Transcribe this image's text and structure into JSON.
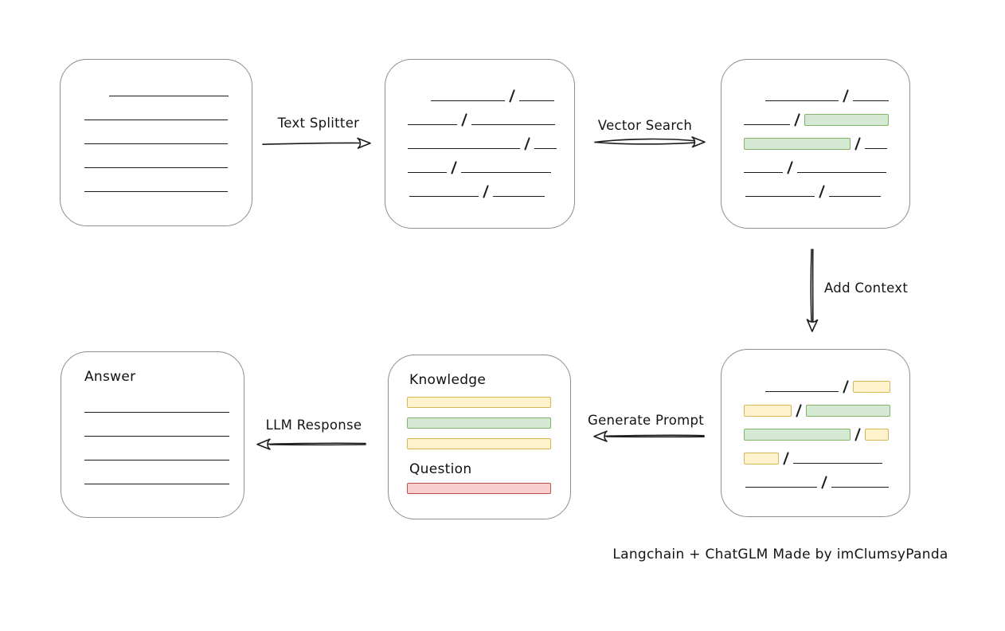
{
  "colors": {
    "line_color": "#1c1c1c",
    "node_border": "#8d8d8d",
    "green_fill": "#d5e8d4",
    "green_stroke": "#82b366",
    "yellow_fill": "#fff2cc",
    "yellow_stroke": "#d6b656",
    "red_fill": "#f8cecc",
    "red_stroke": "#b85450"
  },
  "labels": {
    "text_splitter": "Text Splitter",
    "vector_search": "Vector Search",
    "add_context": "Add Context",
    "generate_prompt": "Generate Prompt",
    "llm_response": "LLM Response"
  },
  "caption": "Langchain + ChatGLM Made by imClumsyPanda",
  "nodes": {
    "document": {
      "rows": [
        [
          {
            "t": "line",
            "w": 150,
            "ind": 31
          }
        ],
        [
          {
            "t": "line",
            "w": 180
          }
        ],
        [
          {
            "t": "line",
            "w": 180
          }
        ],
        [
          {
            "t": "line",
            "w": 180
          }
        ],
        [
          {
            "t": "line",
            "w": 180
          }
        ]
      ]
    },
    "split_chunks": {
      "rows": [
        [
          {
            "t": "line",
            "w": 93,
            "ind": 29
          },
          {
            "t": "slash"
          },
          {
            "t": "line",
            "w": 44
          }
        ],
        [
          {
            "t": "line",
            "w": 62
          },
          {
            "t": "slash"
          },
          {
            "t": "line",
            "w": 105
          }
        ],
        [
          {
            "t": "line",
            "w": 141
          },
          {
            "t": "slash"
          },
          {
            "t": "line",
            "w": 28
          }
        ],
        [
          {
            "t": "line",
            "w": 49
          },
          {
            "t": "slash"
          },
          {
            "t": "line",
            "w": 113
          }
        ],
        [
          {
            "t": "line",
            "w": 87,
            "ind": 2
          },
          {
            "t": "slash"
          },
          {
            "t": "line",
            "w": 65
          }
        ]
      ]
    },
    "matched_chunks": {
      "rows": [
        [
          {
            "t": "line",
            "w": 92,
            "ind": 27
          },
          {
            "t": "slash"
          },
          {
            "t": "line",
            "w": 45
          }
        ],
        [
          {
            "t": "line",
            "w": 58
          },
          {
            "t": "slash"
          },
          {
            "t": "green",
            "w": 104
          }
        ],
        [
          {
            "t": "green",
            "w": 132
          },
          {
            "t": "slash"
          },
          {
            "t": "line",
            "w": 28
          }
        ],
        [
          {
            "t": "line",
            "w": 49
          },
          {
            "t": "slash"
          },
          {
            "t": "line",
            "w": 112
          }
        ],
        [
          {
            "t": "line",
            "w": 87,
            "ind": 2
          },
          {
            "t": "slash"
          },
          {
            "t": "line",
            "w": 65
          }
        ]
      ]
    },
    "context_chunks": {
      "rows": [
        [
          {
            "t": "line",
            "w": 92,
            "ind": 27
          },
          {
            "t": "slash"
          },
          {
            "t": "yellow",
            "w": 45
          }
        ],
        [
          {
            "t": "yellow",
            "w": 58
          },
          {
            "t": "slash"
          },
          {
            "t": "green",
            "w": 104
          }
        ],
        [
          {
            "t": "green",
            "w": 132
          },
          {
            "t": "slash"
          },
          {
            "t": "yellow",
            "w": 28
          }
        ],
        [
          {
            "t": "yellow",
            "w": 42
          },
          {
            "t": "slash"
          },
          {
            "t": "line",
            "w": 112
          }
        ],
        [
          {
            "t": "line",
            "w": 90,
            "ind": 2
          },
          {
            "t": "slash"
          },
          {
            "t": "line",
            "w": 72
          }
        ]
      ]
    },
    "prompt": {
      "knowledge_label": "Knowledge",
      "question_label": "Question",
      "knowledge_bars": [
        "yellow",
        "green",
        "yellow"
      ],
      "question_bars": [
        "red"
      ]
    },
    "answer": {
      "label": "Answer",
      "rows": [
        [
          {
            "t": "line",
            "w": 182
          }
        ],
        [
          {
            "t": "line",
            "w": 182
          }
        ],
        [
          {
            "t": "line",
            "w": 182
          }
        ],
        [
          {
            "t": "line",
            "w": 182
          }
        ]
      ]
    }
  }
}
